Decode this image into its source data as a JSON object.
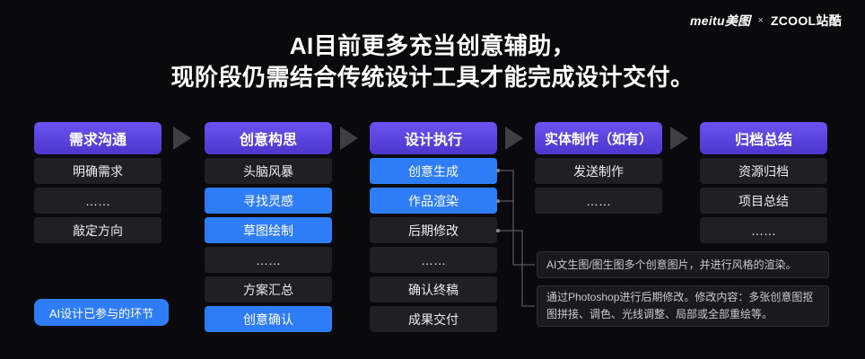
{
  "brand": {
    "left": "meitu美图",
    "separator": "×",
    "right": "ZCOOL站酷"
  },
  "title": {
    "line1": "AI目前更多充当创意辅助，",
    "line2": "现阶段仍需结合传统设计工具才能完成设计交付。"
  },
  "legend": {
    "label": "AI设计已参与的环节"
  },
  "columns": [
    {
      "header": "需求沟通",
      "items": [
        {
          "label": "明确需求",
          "ai": false
        },
        {
          "label": "……",
          "ai": false
        },
        {
          "label": "敲定方向",
          "ai": false
        }
      ]
    },
    {
      "header": "创意构思",
      "items": [
        {
          "label": "头脑风暴",
          "ai": false
        },
        {
          "label": "寻找灵感",
          "ai": true
        },
        {
          "label": "草图绘制",
          "ai": true
        },
        {
          "label": "……",
          "ai": false
        },
        {
          "label": "方案汇总",
          "ai": false
        },
        {
          "label": "创意确认",
          "ai": true
        }
      ]
    },
    {
      "header": "设计执行",
      "items": [
        {
          "label": "创意生成",
          "ai": true
        },
        {
          "label": "作品渲染",
          "ai": true
        },
        {
          "label": "后期修改",
          "ai": false
        },
        {
          "label": "……",
          "ai": false
        },
        {
          "label": "确认终稿",
          "ai": false
        },
        {
          "label": "成果交付",
          "ai": false
        }
      ]
    },
    {
      "header": "实体制作（如有）",
      "items": [
        {
          "label": "发送制作",
          "ai": false
        },
        {
          "label": "……",
          "ai": false
        }
      ]
    },
    {
      "header": "归档总结",
      "items": [
        {
          "label": "资源归档",
          "ai": false
        },
        {
          "label": "项目总结",
          "ai": false
        },
        {
          "label": "……",
          "ai": false
        }
      ]
    }
  ],
  "annotations": [
    {
      "text": "AI文生图/图生图多个创意图片，并进行风格的渲染。"
    },
    {
      "text": "通过Photoshop进行后期修改。修改内容：多张创意图抠图拼接、调色、光线调整、局部或全部重绘等。"
    }
  ],
  "colors": {
    "background": "#0a0a0c",
    "header_purple": "#4C36CB",
    "header_purple_light": "#6C53F2",
    "ai_blue": "#2E7CF6",
    "step_bg": "#202024",
    "note_bg": "#1A1A1E",
    "note_border": "#2E2E34",
    "note_text": "#C9C9CE",
    "arrow": "#3E3E44",
    "text_white": "#ffffff"
  }
}
